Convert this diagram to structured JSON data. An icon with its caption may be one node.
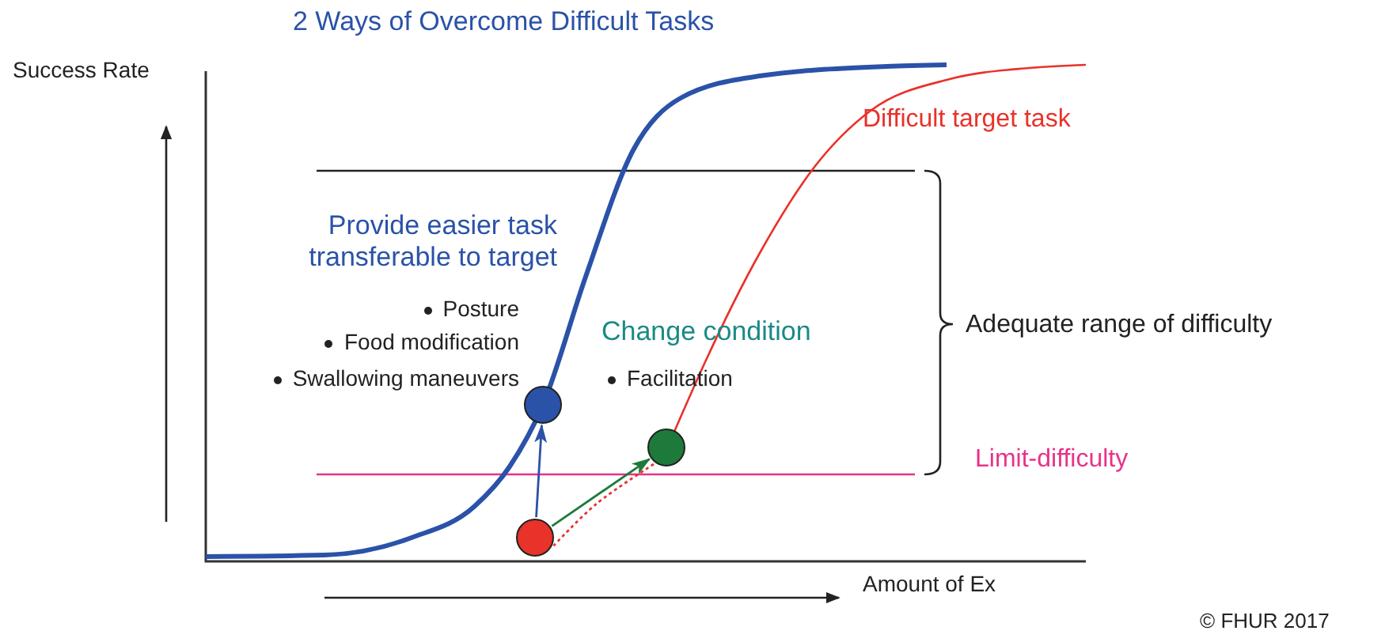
{
  "diagram": {
    "title": "2 Ways of Overcome Difficult Tasks",
    "nodes": [
      {
        "text": [],
        "shape": "circle"
      },
      {
        "text": [],
        "shape": "circle"
      },
      {
        "text": [],
        "shape": "circle"
      }
    ],
    "edges": [
      {
        "from": 0,
        "to": 1,
        "arrow": "to",
        "color": "#2a52a8"
      },
      {
        "from": 0,
        "to": 2,
        "arrow": "to",
        "color": "#1e7a3a"
      },
      {
        "from": 0,
        "to": 2,
        "arrow": "none",
        "style": "dashed",
        "color": "#e8322a"
      }
    ],
    "labels": [
      "Success Rate",
      "Difficult target task",
      "Provide easier task transferable to target",
      "Posture",
      "Food modification",
      "Swallowing maneuvers",
      "Change condition",
      "Facilitation",
      "Adequate range of difficulty",
      "Limit-difficulty",
      "Amount of Ex",
      "© FHUR 2017"
    ]
  }
}
